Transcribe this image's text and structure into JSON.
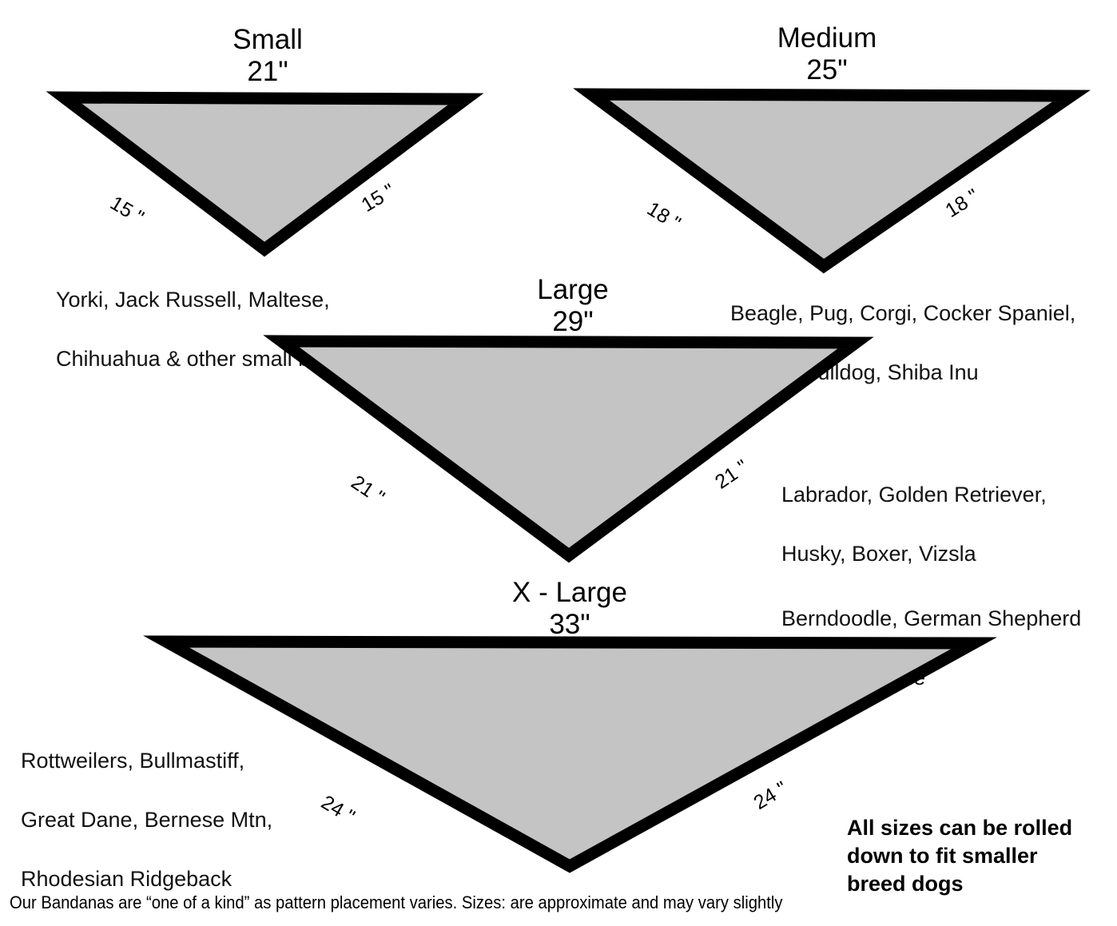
{
  "page": {
    "background_color": "#FFFFFF",
    "fill_color": "#C4C4C4",
    "outline_color": "#000000"
  },
  "sizes": [
    {
      "id": "small",
      "name": "Small",
      "width_label": "21\"",
      "left_edge_label": "15 \"",
      "right_edge_label": "15 \"",
      "breeds_lines": [
        "Yorki, Jack Russell, Maltese,",
        "Chihuahua & other small breeds"
      ]
    },
    {
      "id": "medium",
      "name": "Medium",
      "width_label": "25\"",
      "left_edge_label": "18 \"",
      "right_edge_label": "18 \"",
      "breeds_lines": [
        "Beagle, Pug, Corgi, Cocker Spaniel,",
        "French Bulldog, Shiba Inu"
      ]
    },
    {
      "id": "large",
      "name": "Large",
      "width_label": "29\"",
      "left_edge_label": "21 \"",
      "right_edge_label": "21 \"",
      "breeds_lines": [
        "Labrador, Golden Retriever,",
        "Husky, Boxer, Vizsla",
        "Berndoodle, German Shepherd",
        "Golden Doodle"
      ]
    },
    {
      "id": "xlarge",
      "name": "X - Large",
      "width_label": "33\"",
      "left_edge_label": "24 \"",
      "right_edge_label": "24 \"",
      "breeds_lines": [
        "Rottweilers, Bullmastiff,",
        "Great Dane, Bernese Mtn,",
        "Rhodesian Ridgeback"
      ]
    }
  ],
  "roll_note_lines": [
    "All sizes can be rolled",
    "down to fit smaller",
    "breed dogs"
  ],
  "disclaimer": "Our Bandanas are “one of a kind” as pattern placement varies. Sizes: are approximate and may vary slightly"
}
